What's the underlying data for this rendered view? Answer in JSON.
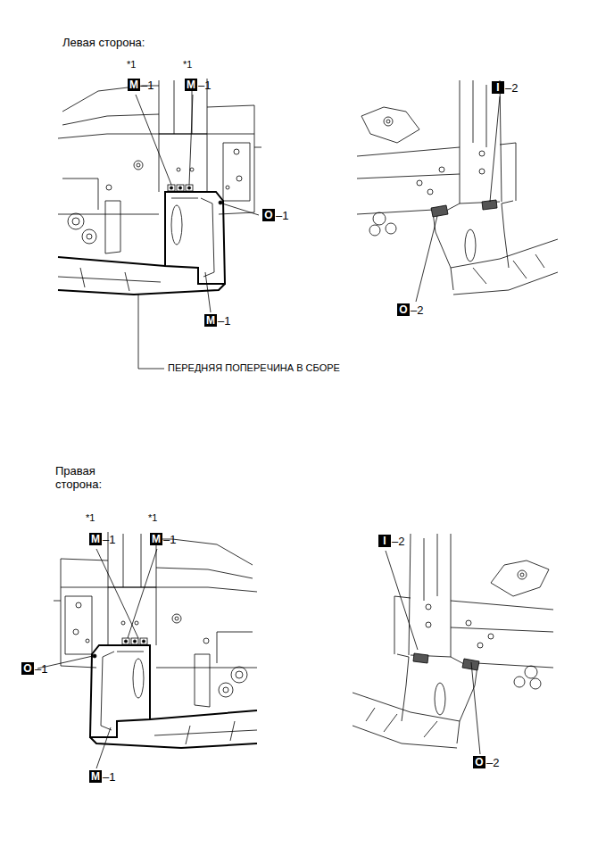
{
  "diagram": {
    "labels": [
      "Левая сторона:",
      "*1",
      "*1",
      "M",
      "–1",
      "M",
      "–1",
      "I",
      "–2",
      "O",
      "–1",
      "O",
      "–2",
      "M",
      "–1",
      "ПЕРЕДНЯЯ ПОПЕРЕЧИНА В СБОРЕ",
      "Правая сторона:",
      "*1",
      "*1",
      "M",
      "–1",
      "M",
      "–1",
      "I",
      "–2",
      "O",
      "–1",
      "M",
      "–1",
      "O",
      "–2"
    ]
  }
}
